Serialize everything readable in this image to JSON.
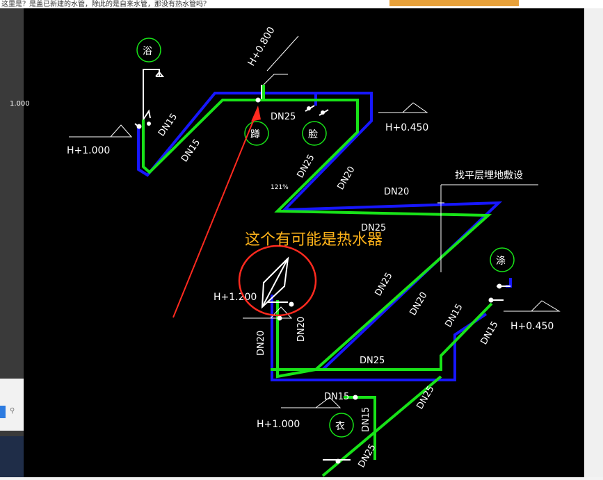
{
  "page": {
    "top_text": "这里是？是盖已新建的水管，除此的是自来水管，那没有热水管吗？",
    "left_edge_label": "1.000"
  },
  "drawing": {
    "fixtures": {
      "bath": "浴",
      "squat": "蹲",
      "face": "脸",
      "mop": "涤",
      "laundry": "衣"
    },
    "elevations": {
      "top": "H+0.800",
      "right": "H+0.450",
      "left": "H+1.000",
      "heater": "H+1.200",
      "mop": "H+0.450",
      "bottom": "H+1.000"
    },
    "pipe_labels": {
      "dn15_a": "DN15",
      "dn15_b": "DN15",
      "dn25_top": "DN25",
      "dn25_diag1": "DN25",
      "dn20_diag1": "DN20",
      "dn20_horiz": "DN20",
      "dn25_mid": "DN25",
      "dn25_diag2": "DN25",
      "dn20_diag2": "DN20",
      "dn20_v1": "DN20",
      "dn20_v2": "DN20",
      "dn25_bottom": "DN25",
      "dn15_right1": "DN15",
      "dn15_right2": "DN15",
      "dn25_right": "DN25",
      "dn15_bottom": "DN15",
      "dn15_bottom_v": "DN15",
      "dn25_bottom2": "DN25"
    },
    "note": "找平层埋地敷设",
    "zoom": "121%",
    "annotation": "这个有可能是热水器"
  },
  "colors": {
    "hot_pipe": "#18e318",
    "cold_pipe": "#1717ff",
    "annotation": "#ff2a1f",
    "annotation_text": "#ffb31a"
  }
}
